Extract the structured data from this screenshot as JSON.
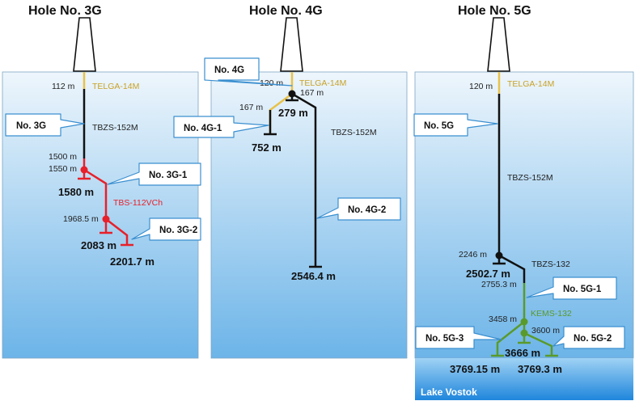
{
  "diagram": {
    "colors": {
      "telga": "#e8c24a",
      "tbzs": "#111111",
      "red_branch": "#e8202a",
      "green_branch": "#5a9a2a",
      "callout_border": "#3a8fd0",
      "ice_top": "#eaf4fb",
      "ice_bottom": "#6fb6e8",
      "lake": "#2f8fe0"
    },
    "holes": [
      {
        "title": "Hole No. 3G",
        "labels": {
          "top_depth": "112 m",
          "telga": "TELGA-14M",
          "tbzs": "TBZS-152M",
          "d1500": "1500 m",
          "d1550": "1550 m",
          "tbs": "TBS-112VCh",
          "d19685": "1968.5 m"
        },
        "bottoms": [
          "1580 m",
          "2083 m",
          "2201.7 m"
        ],
        "callouts": [
          "No. 3G",
          "No. 3G-1",
          "No. 3G-2"
        ]
      },
      {
        "title": "Hole No. 4G",
        "labels": {
          "d120": "120 m",
          "telga": "TELGA-14M",
          "d167a": "167 m",
          "d167b": "167 m",
          "tbzs": "TBZS-152M"
        },
        "bottoms": [
          "279 m",
          "752 m",
          "2546.4 m"
        ],
        "callouts": [
          "No. 4G",
          "No. 4G-1",
          "No. 4G-2"
        ]
      },
      {
        "title": "Hole No. 5G",
        "labels": {
          "d120": "120 m",
          "telga": "TELGA-14M",
          "tbzs152": "TBZS-152M",
          "d2246": "2246 m",
          "tbzs132": "TBZS-132",
          "d27553": "2755.3 m",
          "kems": "KEMS-132",
          "d3458": "3458 m",
          "d3600": "3600 m"
        },
        "bottoms": [
          "2502.7 m",
          "3666 m",
          "3769.15 m",
          "3769.3 m"
        ],
        "callouts": [
          "No. 5G",
          "No. 5G-1",
          "No. 5G-2",
          "No. 5G-3"
        ],
        "lake": "Lake Vostok"
      }
    ]
  }
}
